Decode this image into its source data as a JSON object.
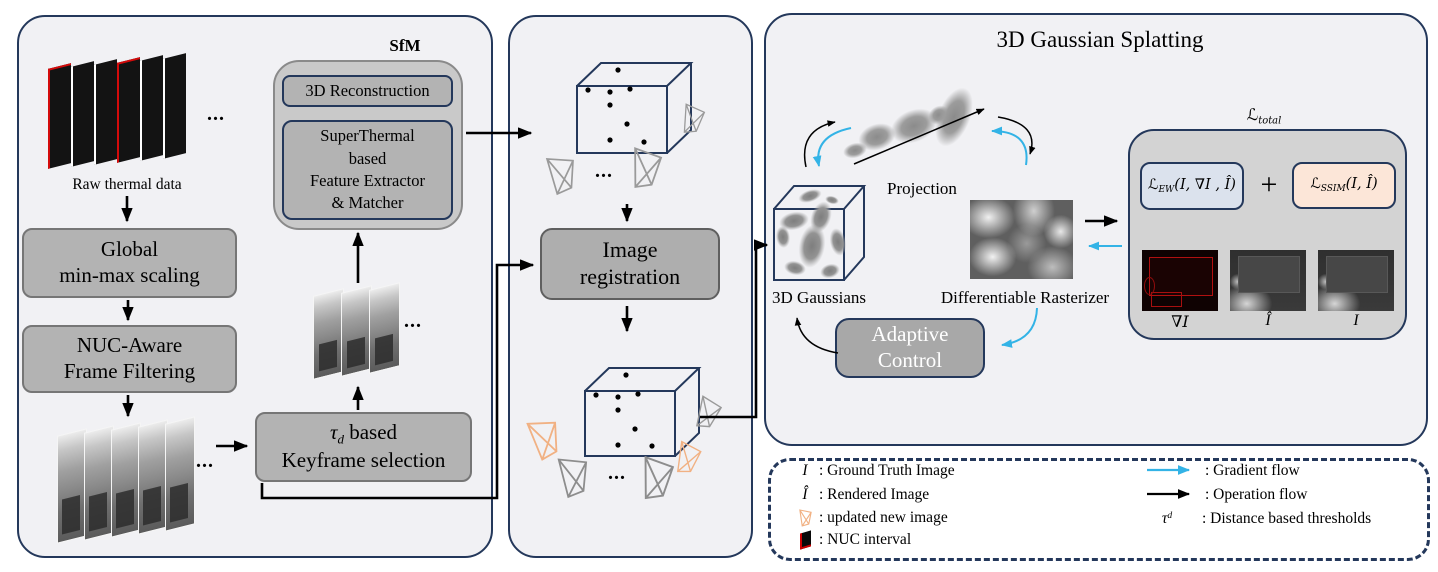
{
  "dots": "...",
  "colors": {
    "navy": "#24385b",
    "cyan": "#33b3e6",
    "orange": "#f1b183",
    "panel_bg": "#f1f1f4",
    "box_bg": "#b3b3b3",
    "sfm_container_bg": "#c9c9c9",
    "loss_total_bg": "#d3d3d3",
    "loss_ew_bg": "#dbe2ed",
    "loss_ssim_bg": "#fce6d8",
    "adaptive_bg": "#a8a8a8"
  },
  "left": {
    "raw_label": "Raw thermal data",
    "sfm_title": "SfM",
    "recon": "3D Reconstruction",
    "feature_l1": "SuperThermal",
    "feature_l2": "based",
    "feature_l3": "Feature Extractor",
    "feature_l4": "& Matcher",
    "global_l1": "Global",
    "global_l2": "min-max scaling",
    "nuc_l1": "NUC-Aware",
    "nuc_l2": "Frame Filtering",
    "key_tau": "τ",
    "key_tau_sub": "d",
    "key_rest": " based",
    "key_l2": "Keyframe selection"
  },
  "middle": {
    "reg_l1": "Image",
    "reg_l2": "registration"
  },
  "right": {
    "title": "3D Gaussian Splatting",
    "projection": "Projection",
    "gaussians": "3D Gaussians",
    "rasterizer": "Differentiable Rasterizer",
    "adaptive_l1": "Adaptive",
    "adaptive_l2": "Control",
    "loss_total_main": "ℒ",
    "loss_total_sub": "total",
    "lew_main": "ℒ",
    "lew_sub": "EW",
    "lew_args": "(I, ∇I , Î)",
    "plus": "+",
    "lssim_main": "ℒ",
    "lssim_sub": "SSIM",
    "lssim_args": "(I, Î)",
    "thumb_grad_label": "∇I",
    "thumb_rendered_label": "Î",
    "thumb_gt_label": "I"
  },
  "legend": {
    "i_sym": "I",
    "i_text": ": Ground Truth Image",
    "ihat_sym": "Î",
    "ihat_text": ": Rendered Image",
    "updated_text": ": updated new image",
    "nuc_text": ": NUC interval",
    "gradient_text": ": Gradient flow",
    "operation_text": ": Operation flow",
    "tau": "τ",
    "tau_sub": "d",
    "tau_text": ": Distance based thresholds"
  }
}
